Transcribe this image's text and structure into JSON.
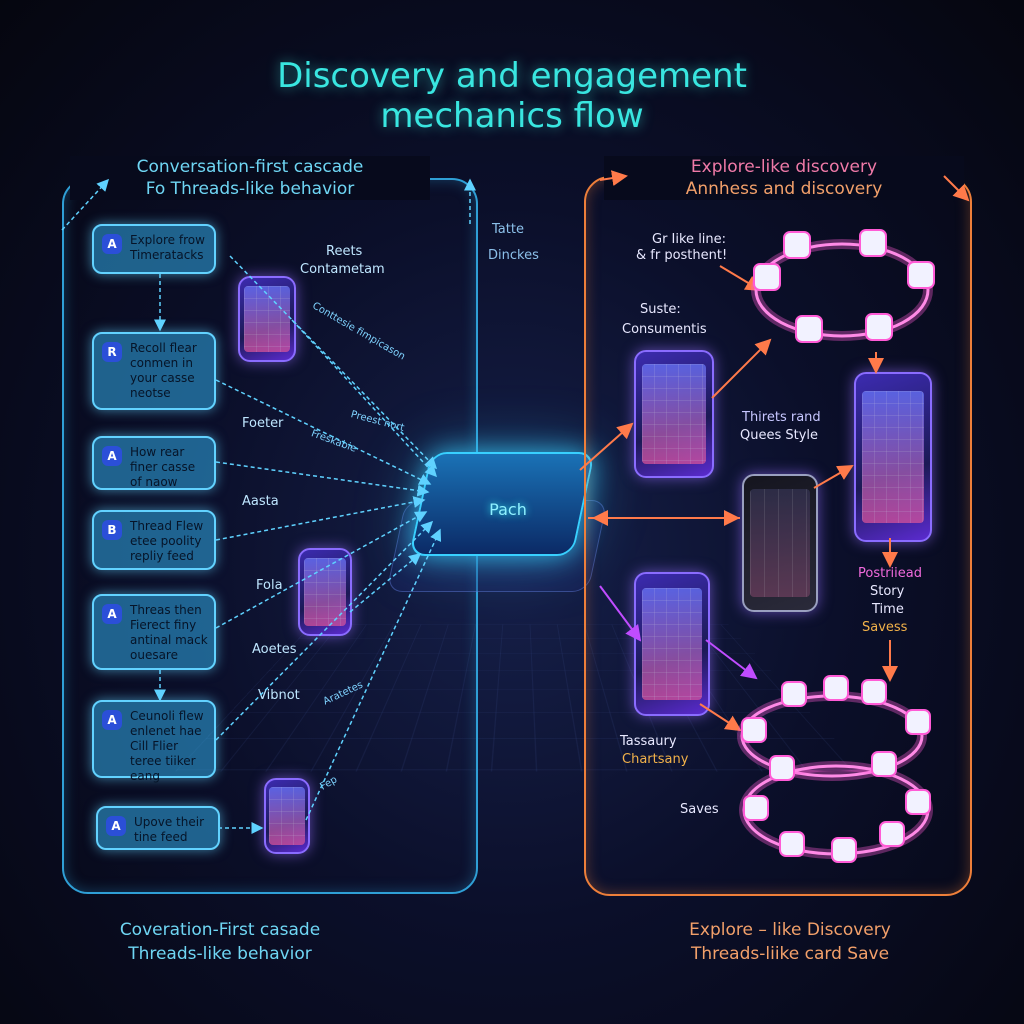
{
  "title": {
    "line1": "Discovery and engagement",
    "line2": "mechanics flow"
  },
  "left": {
    "header_line1": "Conversation-first cascade",
    "header_line2": "Fo Threads-like behavior",
    "footer_line1": "Coveration-First casade",
    "footer_line2": "Threads-like behavior",
    "accent": "#2f9fd6",
    "cards": [
      {
        "icon": "A",
        "text": "Explore frow Timeratacks"
      },
      {
        "icon": "R",
        "text": "Recoll flear conmen in your casse neotse"
      },
      {
        "icon": "A",
        "text": "How rear finer casse of naow"
      },
      {
        "icon": "B",
        "text": "Thread Flew etee poolity repliy feed"
      },
      {
        "icon": "A",
        "text": "Threas then Fierect finy antinal mack ouesare"
      },
      {
        "icon": "A",
        "text": "Ceunoli flew enlenet hae Cill Flier teree tiiker eang"
      },
      {
        "icon": "A",
        "text": "Upove their tine feed"
      }
    ],
    "labels": {
      "reets": "Reets",
      "contemetam": "Contametam",
      "foeter": "Foeter",
      "aasta": "Aasta",
      "fola": "Fola",
      "aoetes": "Aoetes",
      "vibnot": "Vibnot",
      "tiny1": "Conttesie fimpicason",
      "tiny2": "Preest nort",
      "tiny3": "Freskabie",
      "tiny4": "Aratetes",
      "tiny5": "Fep"
    }
  },
  "center": {
    "hub_label": "Pach",
    "faint_top": "Tatte",
    "faint_sub": "Dinckes",
    "accent": "#38d0ff"
  },
  "right": {
    "header_line1": "Explore-like discovery",
    "header_line2": "Annhess and discovery",
    "footer_line1": "Explore – like Discovery",
    "footer_line2": "Threads-liike card Save",
    "accent": "#ee7f3a",
    "labels": {
      "grlike": "Gr Iike line:",
      "posthent": "& fr posthent!",
      "suste": "Suste:",
      "consumentis": "Consumentis",
      "thirets": "Thirets rand",
      "queesstyle": "Quees Style",
      "postflead": "Postriiead",
      "story": "Story",
      "time": "Time",
      "savess": "Savess",
      "tassaury": "Tassaury",
      "chartsany": "Chartsany",
      "saves": "Saves"
    }
  }
}
